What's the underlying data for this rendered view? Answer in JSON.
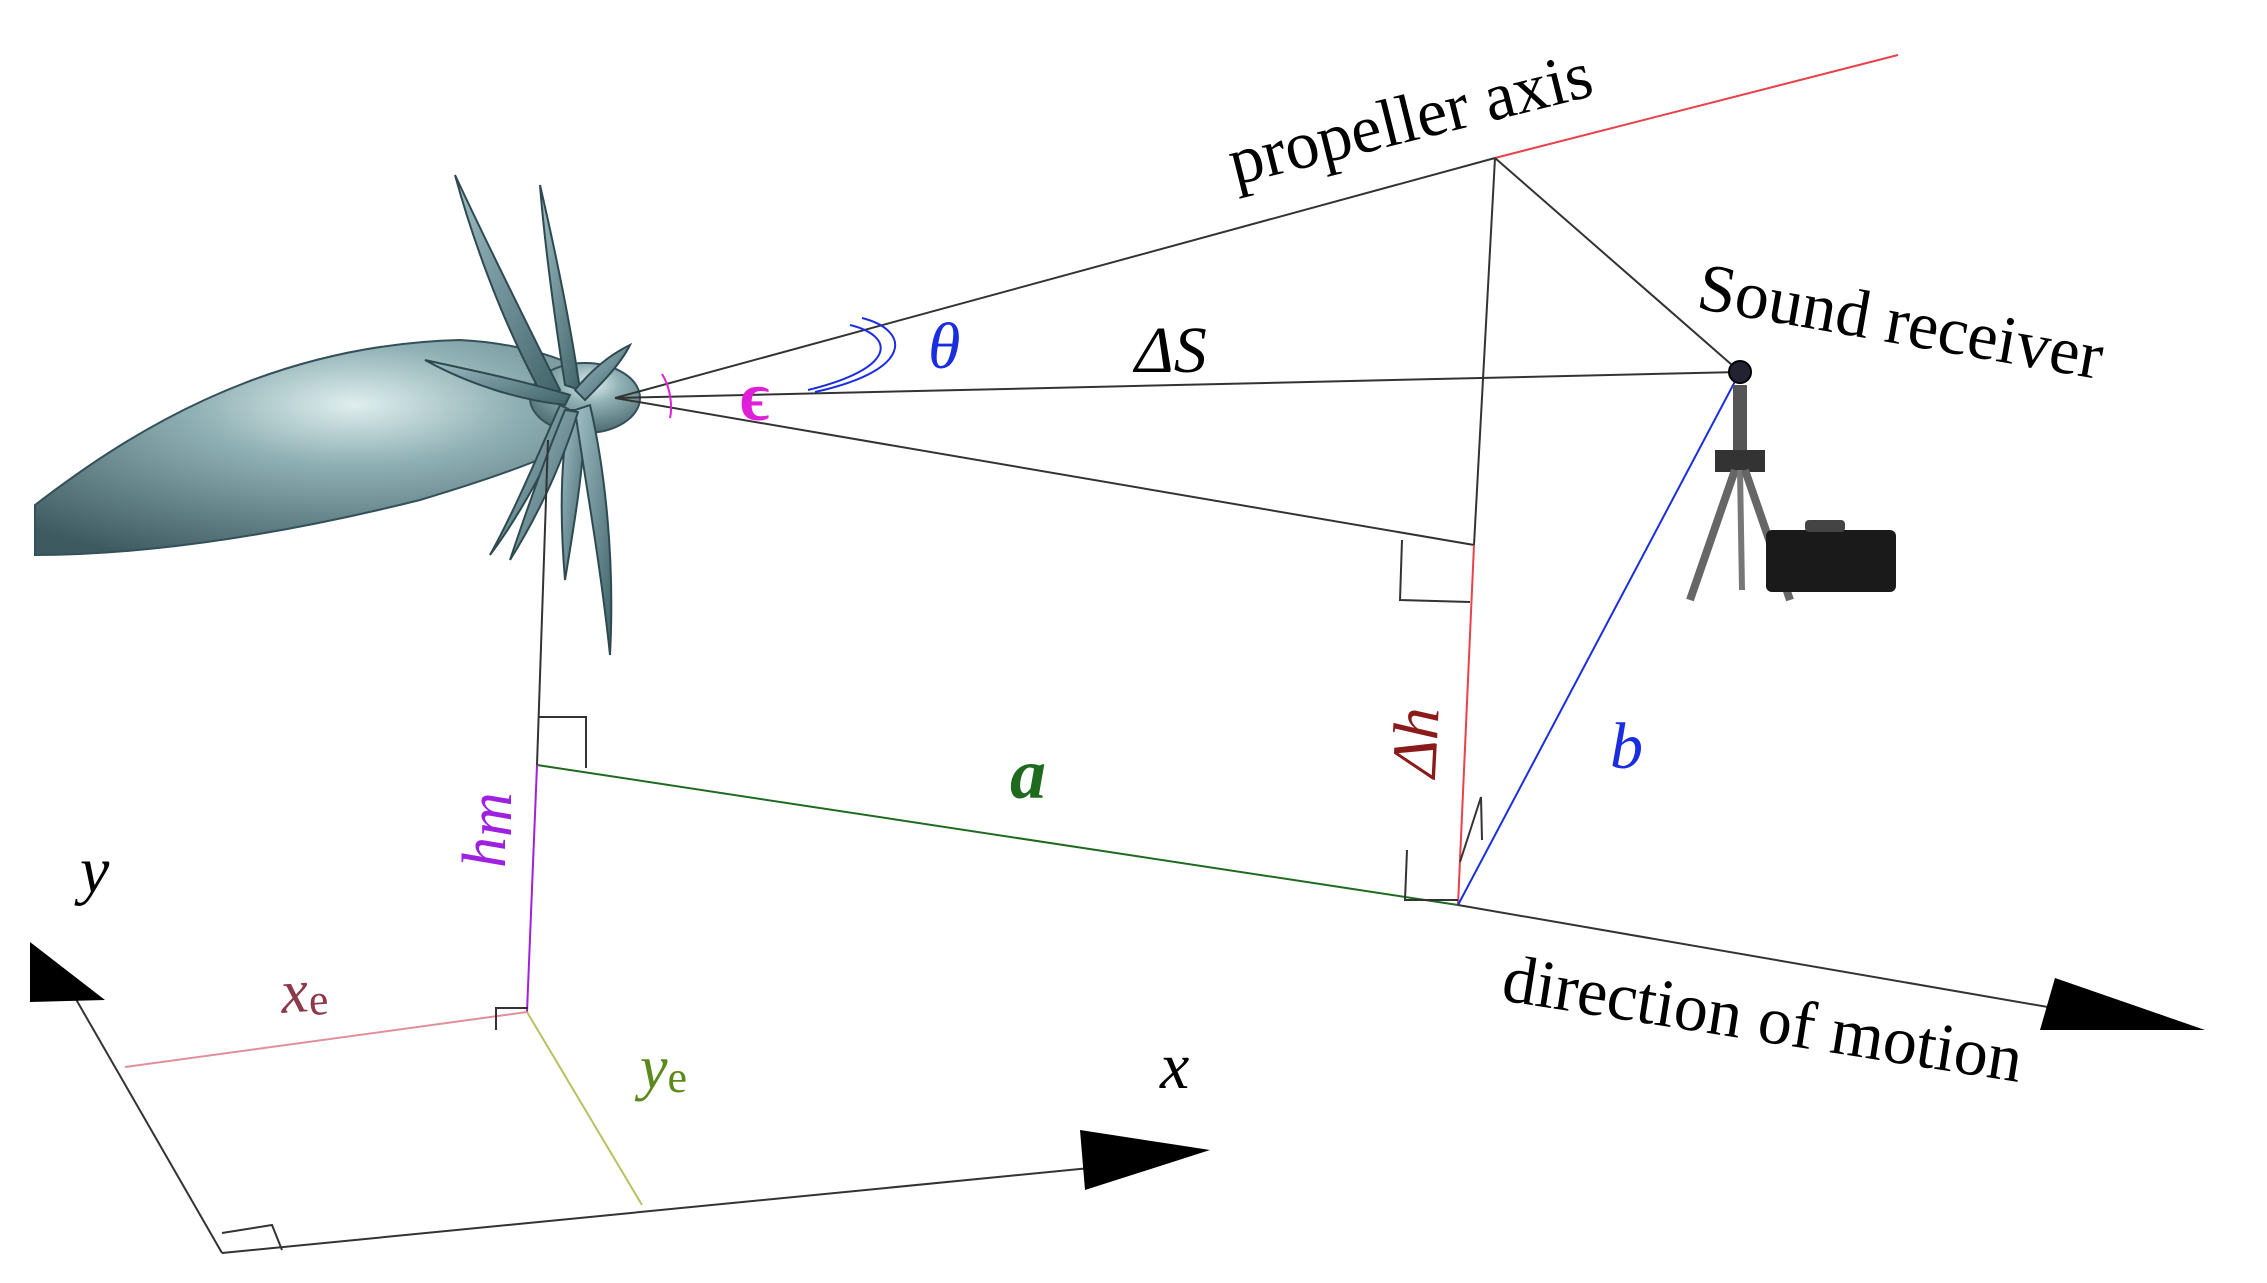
{
  "labels": {
    "propeller_axis": "propeller axis",
    "sound_receiver": "Sound receiver",
    "direction_of_motion": "direction of motion",
    "theta": "θ",
    "epsilon": "ϵ",
    "delta_s": "ΔS",
    "delta_h": "Δh",
    "a": "a",
    "b": "b",
    "h_m_base": "h",
    "h_m_sub": "m",
    "x_e_base": "x",
    "x_e_sub": "e",
    "y_e_base": "y",
    "y_e_sub": "e",
    "x_axis": "x",
    "y_axis": "y"
  },
  "colors": {
    "line": "#333333",
    "propeller_axis_extension": "#e8424a",
    "theta": "#1a2ee0",
    "epsilon": "#e020d8",
    "delta_h": "#8b1a1a",
    "delta_h_line": "#e8424a",
    "a": "#1e6a1e",
    "b": "#1a2ee0",
    "h_m": "#a020e0",
    "x_e": "#8b3a4a",
    "x_e_line": "#e0909a",
    "y_e": "#5a8a1a",
    "y_e_line": "#b8c060",
    "arrowhead": "#000000",
    "nacelle": "#6b8b92",
    "blade": "#5f8188"
  }
}
